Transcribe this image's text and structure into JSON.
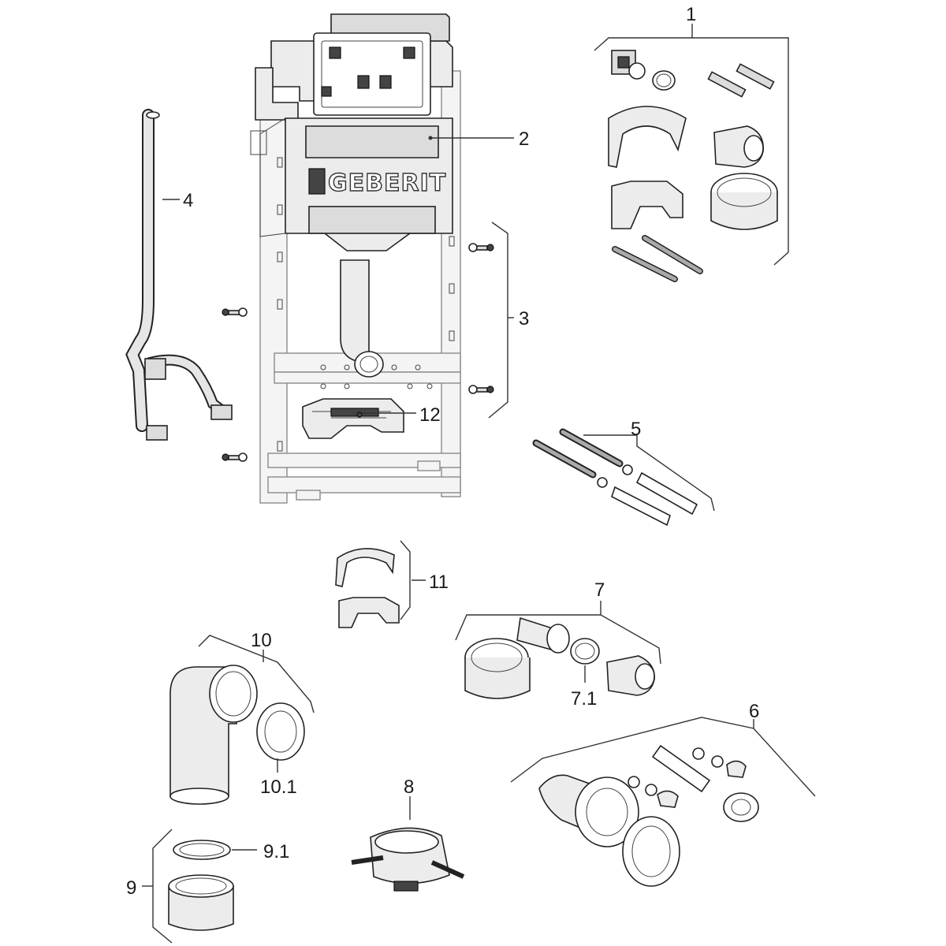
{
  "diagram": {
    "brand_text": "GEBERIT",
    "callouts": {
      "c1": "1",
      "c2": "2",
      "c3": "3",
      "c4": "4",
      "c5": "5",
      "c6": "6",
      "c7": "7",
      "c7_1": "7.1",
      "c8": "8",
      "c9": "9",
      "c9_1": "9.1",
      "c10": "10",
      "c10_1": "10.1",
      "c11": "11",
      "c12": "12"
    }
  }
}
